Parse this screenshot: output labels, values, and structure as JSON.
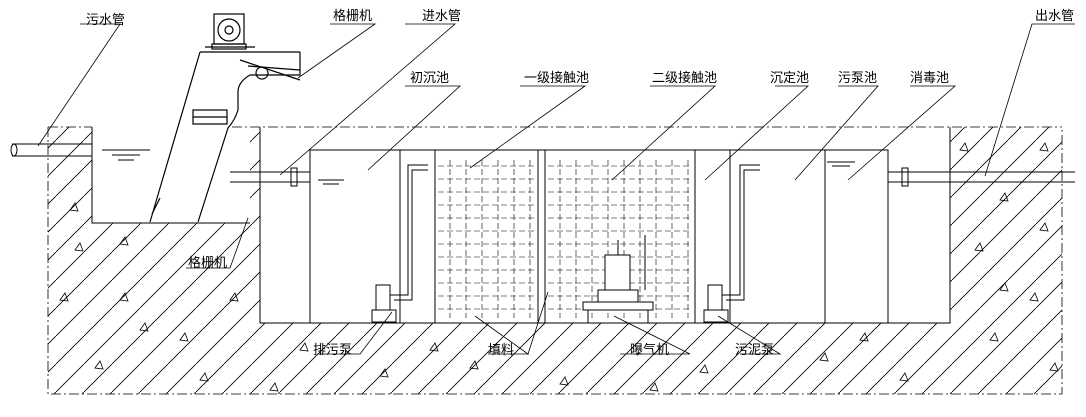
{
  "labels": {
    "sewage_pipe": "污水管",
    "grille_top": "格栅机",
    "inlet_pipe": "进水管",
    "outlet_pipe": "出水管",
    "primary_settling": "初沉池",
    "contact_1": "一级接触池",
    "contact_2": "二级接触池",
    "settling": "沉定池",
    "pump_tank": "污泵池",
    "disinfection": "消毒池",
    "grille_side": "格栅机",
    "discharge_pump": "排污泵",
    "filler": "填料",
    "aerator": "曝气机",
    "sludge_pump": "污泥泵"
  }
}
